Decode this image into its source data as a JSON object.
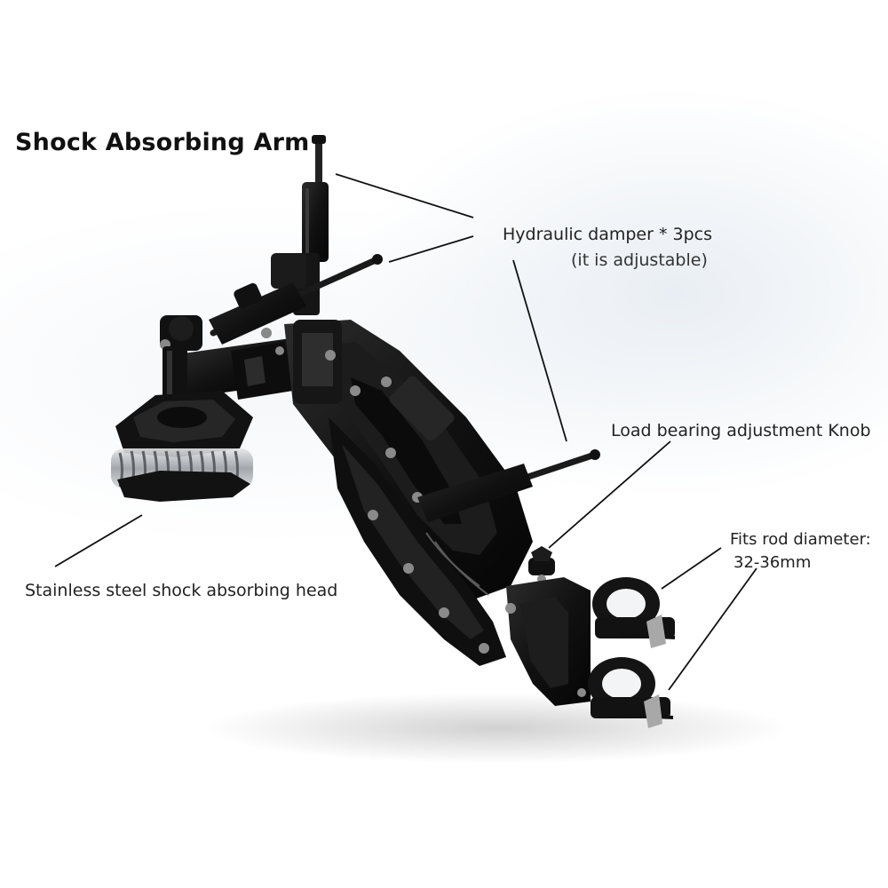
{
  "title": "Shock Absorbing Arm",
  "labels": {
    "damper": "Hydraulic damper * 3pcs",
    "damper_note": "(it is adjustable)",
    "knob": "Load bearing adjustment Knob",
    "rod_line1": "Fits rod diameter:",
    "rod_line2": "32-36mm",
    "head": "Stainless steel shock absorbing head"
  },
  "colors": {
    "arm_body": "#141414",
    "arm_highlight": "#3a3a3a",
    "metal_steel": "#b9bcc0",
    "leader_line": "#111111",
    "text": "#222222"
  }
}
